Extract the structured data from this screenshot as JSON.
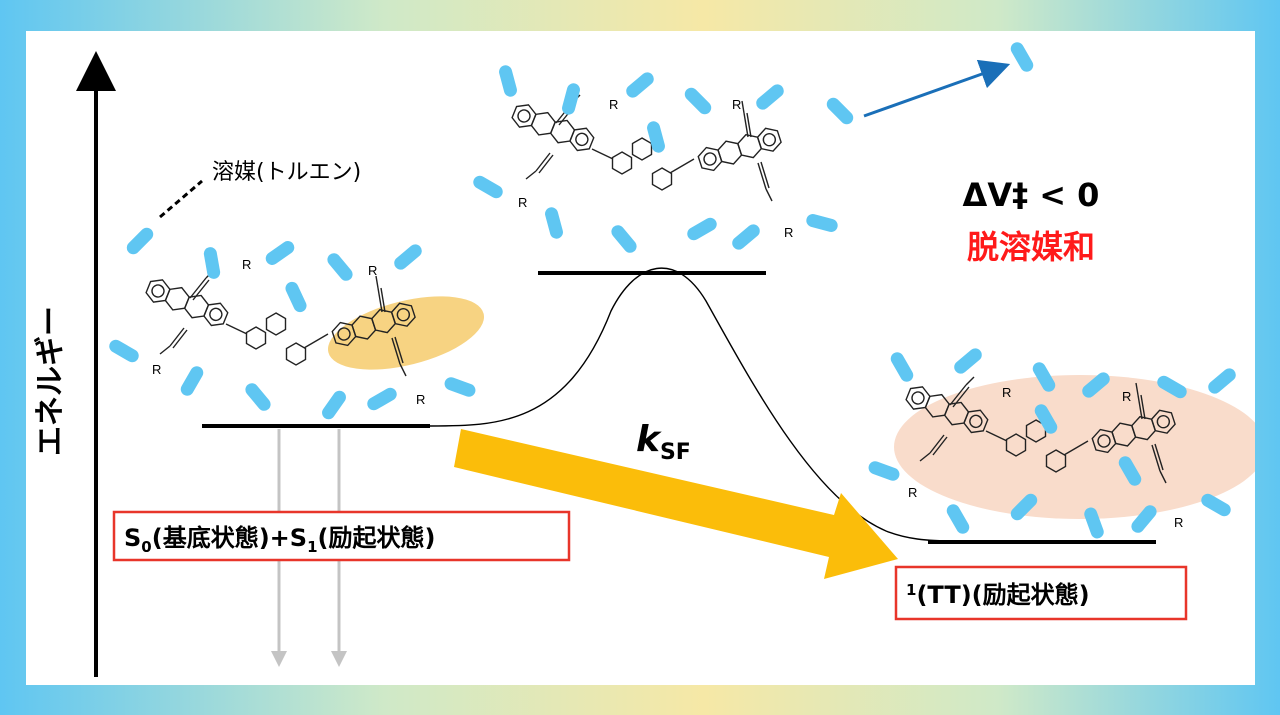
{
  "axis": {
    "label": "エネルギー"
  },
  "solvent_label": "溶媒(トルエン)",
  "ts": {
    "delta_v": "ΔV‡ < 0",
    "desolvation": "脱溶媒和"
  },
  "rate": {
    "k": "k",
    "sub": "SF"
  },
  "states": {
    "ground": {
      "S": "S",
      "sub0": "0",
      "part1": "(基底状態)+",
      "S2": "S",
      "sub1": "1",
      "part2": "(励起状態)"
    },
    "tt": {
      "sup": "1",
      "text": "(TT)(励起状態)"
    }
  },
  "substituent": "R",
  "colors": {
    "state_box_border": "#e8352a",
    "desolvation_text": "#ff1a1a",
    "solvent": "#5fc6f2",
    "arrow_kSF": "#fbbd0a",
    "highlight_S1": "#f7d382",
    "highlight_TT": "#f9dccb"
  }
}
